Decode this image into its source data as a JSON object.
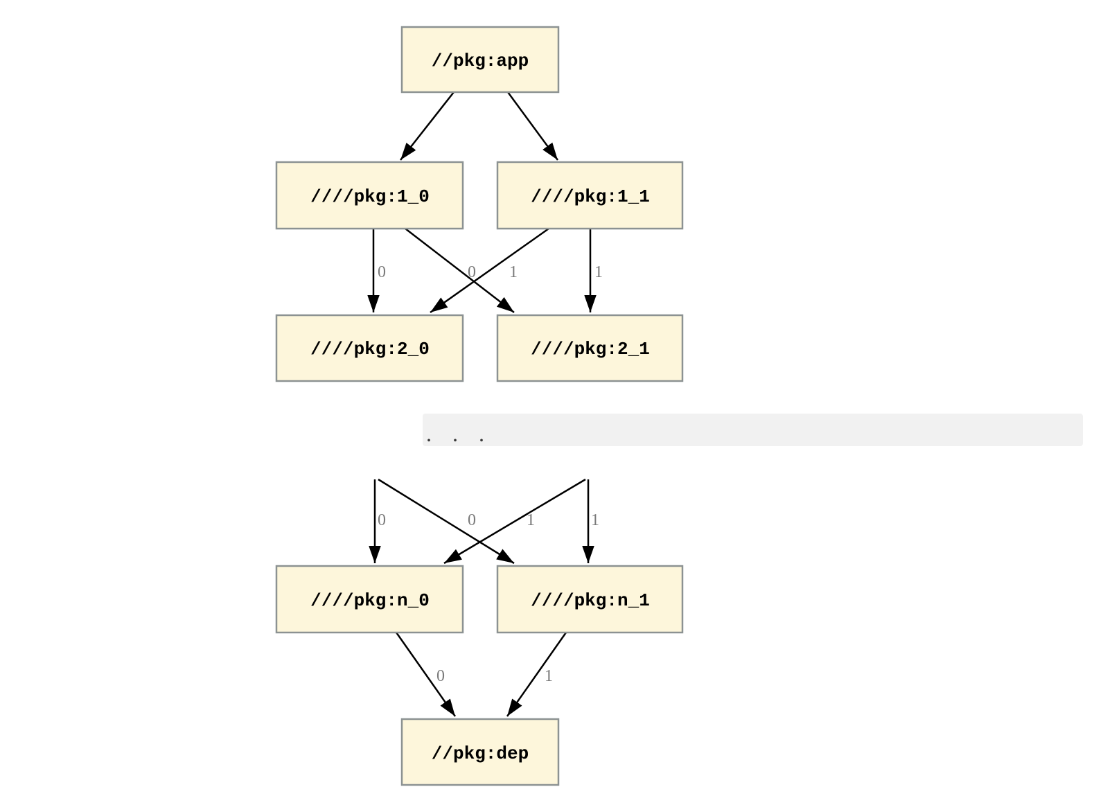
{
  "diagram": {
    "type": "dependency-graph",
    "nodes": {
      "app": {
        "label": "//pkg:app"
      },
      "pkg1_0": {
        "label": "////pkg:1_0"
      },
      "pkg1_1": {
        "label": "////pkg:1_1"
      },
      "pkg2_0": {
        "label": "////pkg:2_0"
      },
      "pkg2_1": {
        "label": "////pkg:2_1"
      },
      "pkgn_0": {
        "label": "////pkg:n_0"
      },
      "pkgn_1": {
        "label": "////pkg:n_1"
      },
      "dep": {
        "label": "//pkg:dep"
      }
    },
    "edges": [
      {
        "from": "//pkg:app",
        "to": "////pkg:1_0",
        "label": ""
      },
      {
        "from": "//pkg:app",
        "to": "////pkg:1_1",
        "label": ""
      },
      {
        "from": "////pkg:1_0",
        "to": "////pkg:2_0",
        "label": "0"
      },
      {
        "from": "////pkg:1_0",
        "to": "////pkg:2_1",
        "label": "1"
      },
      {
        "from": "////pkg:1_1",
        "to": "////pkg:2_0",
        "label": "0"
      },
      {
        "from": "////pkg:1_1",
        "to": "////pkg:2_1",
        "label": "1"
      },
      {
        "from": "...",
        "to": "////pkg:n_0",
        "label": "0"
      },
      {
        "from": "...",
        "to": "////pkg:n_1",
        "label": "1"
      },
      {
        "from": "...",
        "to": "////pkg:n_0",
        "label": "0"
      },
      {
        "from": "...",
        "to": "////pkg:n_1",
        "label": "1"
      },
      {
        "from": "////pkg:n_0",
        "to": "//pkg:dep",
        "label": "0"
      },
      {
        "from": "////pkg:n_1",
        "to": "//pkg:dep",
        "label": "1"
      }
    ],
    "separator": {
      "ellipsis": ". . ."
    },
    "colors": {
      "background": "#FFFFFF",
      "node_fill": "#FDF6DB",
      "node_border": "#8C9292",
      "node_text_color": "#000000",
      "edge_color": "#000000",
      "edge_label_color": "#7A7A7A",
      "separator_fill": "#F1F1F1",
      "ellipsis_color": "#3A3A3A"
    }
  }
}
